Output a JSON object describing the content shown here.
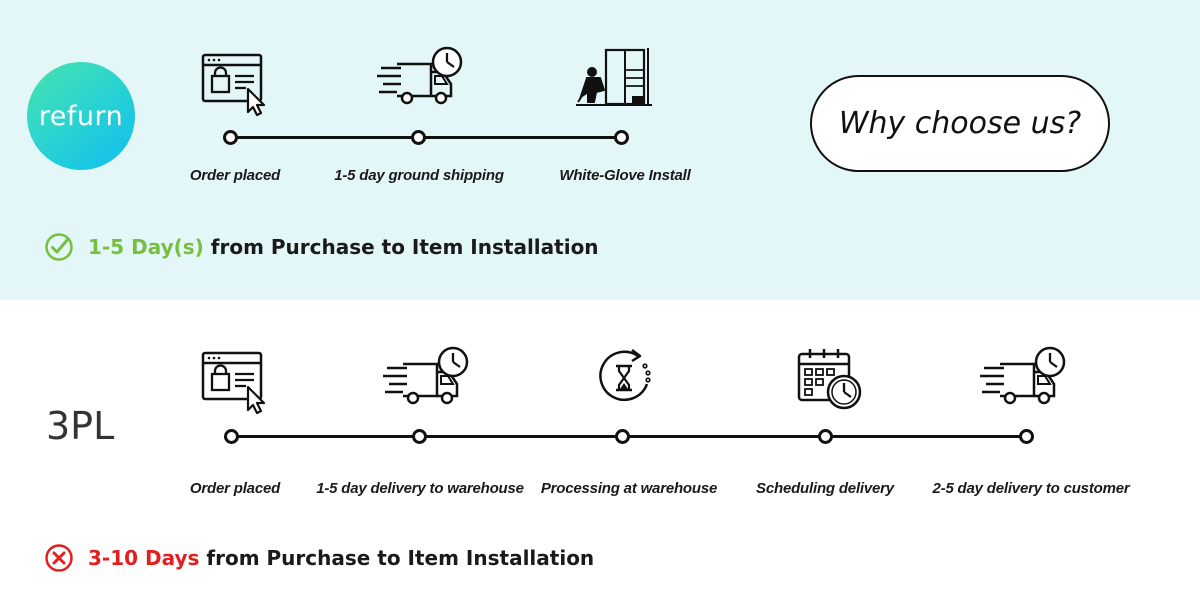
{
  "logo": {
    "text": "refurn"
  },
  "why": {
    "text": "Why choose us?"
  },
  "refurn_flow": {
    "steps": [
      {
        "label": "Order placed",
        "icon": "shopping-bag-browser-icon"
      },
      {
        "label": "1-5 day ground shipping",
        "icon": "delivery-truck-clock-icon"
      },
      {
        "label": "White-Glove Install",
        "icon": "installer-wardrobe-icon"
      }
    ],
    "summary": {
      "highlight": "1-5 Day(s)",
      "rest": "from Purchase to Item Installation",
      "icon": "check-circle-icon",
      "color": "#77bf3e"
    }
  },
  "tpl_flow": {
    "label": "3PL",
    "steps": [
      {
        "label": "Order placed",
        "icon": "shopping-bag-browser-icon"
      },
      {
        "label": "1-5 day delivery to warehouse",
        "icon": "delivery-truck-clock-icon"
      },
      {
        "label": "Processing at warehouse",
        "icon": "hourglass-cycle-icon"
      },
      {
        "label": "Scheduling delivery",
        "icon": "calendar-clock-icon"
      },
      {
        "label": "2-5 day delivery to customer",
        "icon": "delivery-truck-clock-icon"
      }
    ],
    "summary": {
      "highlight": "3-10 Days",
      "rest": "from Purchase to Item Installation",
      "icon": "x-circle-icon",
      "color": "#e21f1f"
    }
  },
  "colors": {
    "top_band": "#e3f6f8",
    "accent_green": "#77bf3e",
    "accent_red": "#e21f1f"
  }
}
